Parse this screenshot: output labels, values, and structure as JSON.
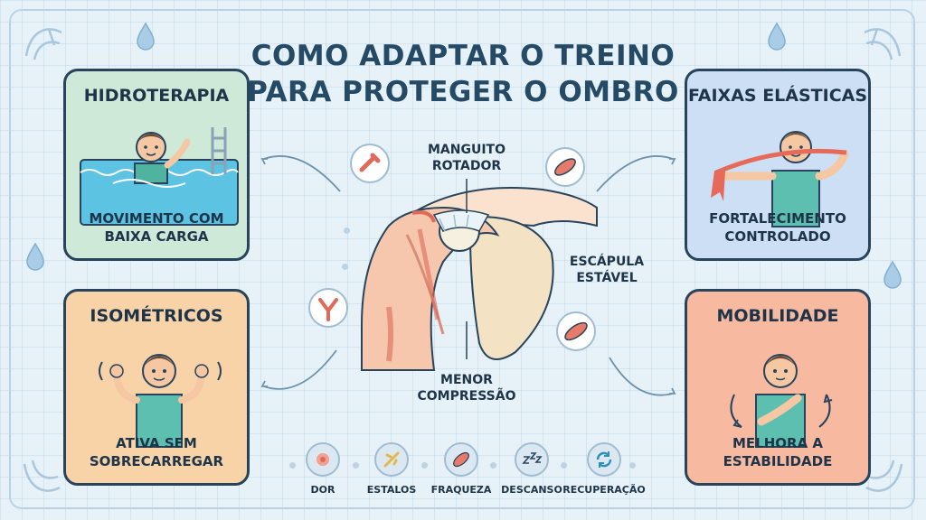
{
  "title": {
    "line1": "COMO ADAPTAR O TREINO",
    "line2": "PARA PROTEGER O OMBRO"
  },
  "cards": [
    {
      "title": "HIDROTERAPIA",
      "caption1": "MOVIMENTO COM",
      "caption2": "BAIXA CARGA"
    },
    {
      "title": "ISOMÉTRICOS",
      "caption1": "ATIVA SEM",
      "caption2": "SOBRECARREGAR"
    },
    {
      "title": "FAIXAS ELÁSTICAS",
      "caption1": "FORTALECIMENTO",
      "caption2": "CONTROLADO"
    },
    {
      "title": "MOBILIDADE",
      "caption1": "MELHORA A",
      "caption2": "ESTABILIDADE"
    }
  ],
  "anatomy_labels": {
    "rotator1": "MANGUITO",
    "rotator2": "ROTADOR",
    "scapula1": "ESCÁPULA",
    "scapula2": "ESTÁVEL",
    "compression1": "MENOR",
    "compression2": "COMPRESSÃO"
  },
  "legend": [
    {
      "label": "DOR",
      "icon": "pain-icon"
    },
    {
      "label": "ESTALOS",
      "icon": "crack-icon"
    },
    {
      "label": "FRAQUEZA",
      "icon": "muscle-icon"
    },
    {
      "label": "DESCANSO",
      "icon": "sleep-icon"
    },
    {
      "label": "RECUPERAÇÃO",
      "icon": "recovery-icon"
    }
  ]
}
